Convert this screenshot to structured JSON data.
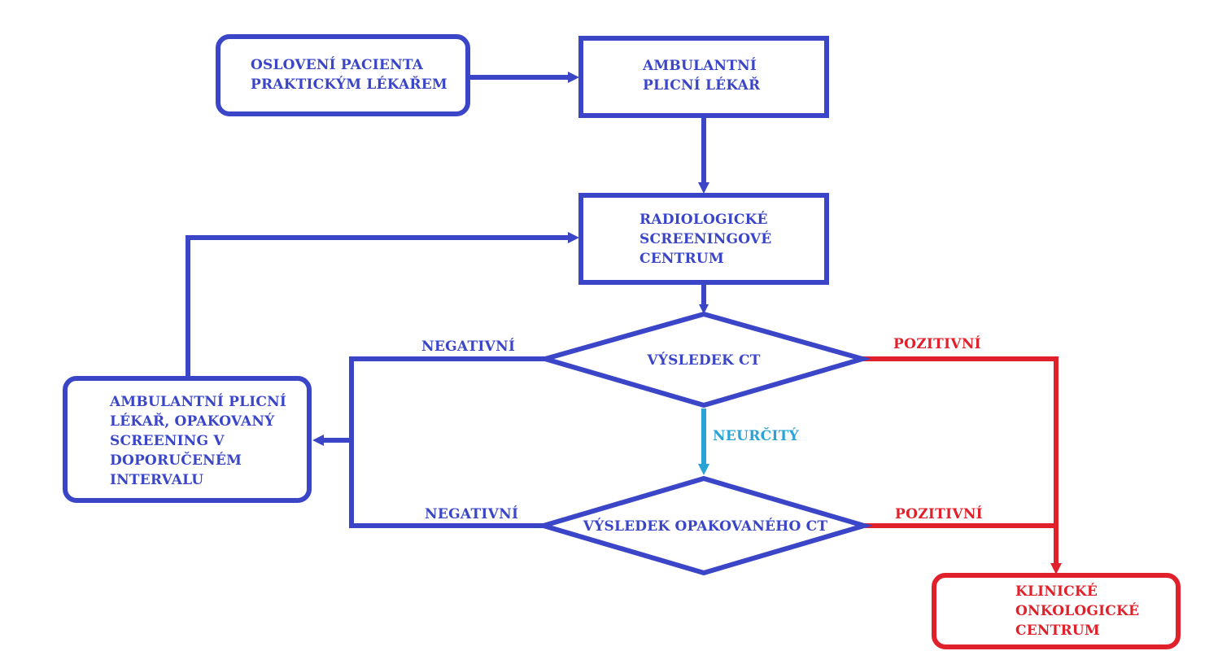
{
  "colors": {
    "primary": "#3a45c8",
    "positive": "#e0212b",
    "uncertain": "#29a3d6",
    "background": "#ffffff"
  },
  "nodes": {
    "gp_contact": {
      "lines": [
        "OSLOVENÍ PACIENTA",
        "PRAKTICKÝM LÉKAŘEM"
      ]
    },
    "pulmonologist": {
      "lines": [
        "AMBULANTNÍ",
        "PLICNÍ LÉKAŘ"
      ]
    },
    "screening_center": {
      "lines": [
        "RADIOLOGICKÉ",
        "SCREENINGOVÉ",
        "CENTRUM"
      ]
    },
    "ct_result": {
      "lines": [
        "VÝSLEDEK CT"
      ]
    },
    "repeat_ct_result": {
      "lines": [
        "VÝSLEDEK OPAKOVANÉHO CT"
      ]
    },
    "repeat_screening": {
      "lines": [
        "AMBULANTNÍ PLICNÍ",
        "LÉKAŘ, OPAKOVANÝ",
        "SCREENING V",
        "DOPORUČENÉM",
        "INTERVALU"
      ]
    },
    "oncology_center": {
      "lines": [
        "KLINICKÉ",
        "ONKOLOGICKÉ",
        "CENTRUM"
      ]
    }
  },
  "edge_labels": {
    "ct_negative": "NEGATIVNÍ",
    "ct_positive": "POZITIVNÍ",
    "ct_uncertain": "NEURČITÝ",
    "repeat_negative": "NEGATIVNÍ",
    "repeat_positive": "POZITIVNÍ"
  }
}
